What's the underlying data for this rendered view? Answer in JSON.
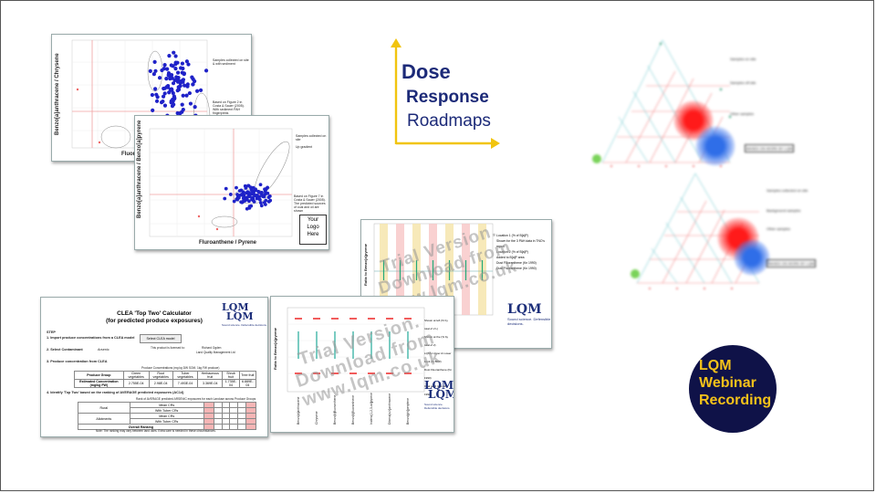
{
  "colors": {
    "title_text": "#1c2a78",
    "arrow": "#f1c40f",
    "badge_bg": "#0f1248",
    "badge_text": "#f4c21a",
    "scatter_point": "#1f22c8",
    "watermark": "#9a9a9a"
  },
  "title": {
    "line1": "Dose",
    "line2": "Response",
    "line3": "Roadmaps"
  },
  "badge": {
    "line1": "LQM",
    "line2": "Webinar",
    "line3": "Recording"
  },
  "scatter_back": {
    "y_axis": "Benzo[a]anthracene / Chrysene",
    "x_axis": "Fluoranthene / Pyrene",
    "legend": "Samples collected on site & with sediment",
    "note": "Based on Figure 2 in Costa & Sauer (2005). With sediment PAH fingerprints"
  },
  "scatter_front": {
    "y_axis": "Benzo[a]anthracene / Benzo[a]pyrene",
    "x_axis": "Fluroanthene / Pyrene",
    "legend_1": "Samples collected on site",
    "legend_2": "Up gradient",
    "note": "Based on Figure 7 in Costa & Sauer (2005). The predicted sources of coal and oil are shown",
    "logo_box": "Your\nLogo\nHere"
  },
  "clea": {
    "title": "CLEA 'Top Two' Calculator",
    "subtitle": "(for predicted produce exposures)",
    "step": "STEP",
    "step1": "1. Import produce concentrations from a CLEA model",
    "step1_button": "Select CLEA model",
    "step2": "2. Select Contaminant",
    "contaminant": "Arsenic",
    "licensed_to": "This product is licensed to:",
    "licensee_name": "Richard Ogden",
    "licensee_org": "Land Quality Management Ltd",
    "step3": "3. Produce concentration from CLEA",
    "conc_header": "Produce Concentrations (mg kg DW SOM, 1kg FW produce)",
    "produce_group": "Produce Group",
    "columns": [
      "Green vegetables",
      "Root vegetables",
      "Tuber vegetables",
      "Herbaceous fruit",
      "Shrub fruit",
      "Tree fruit"
    ],
    "est_label": "Estimated Concentration (mg/kg FW)",
    "est_values": [
      "2.755E-04",
      "2.98E-04",
      "7.493E-04",
      "3.369E-04",
      "1.735E-04",
      "6.889E-04"
    ],
    "step4": "4. Identify 'Top Two' based on the ranking of AVERAGE predicted exposures (AC14)",
    "rank_header": "Rank of AVERAGE predicted ARSENIC exposures for each Landuse across Produce Groups",
    "rows": [
      "Mean CRs",
      "With Tuber CRs",
      "Mean CRs",
      "With Tuber CRs"
    ],
    "groups": [
      "Rural",
      "Allotments"
    ],
    "overall": "Overall Ranking",
    "note": "Note: The ranking may vary between land uses. Extra care is needed in these circumstances."
  },
  "watermark": {
    "line1": "Trial Version.",
    "line2": "Download from",
    "line3": "www.lqm.co.uk"
  },
  "lqm_logo": {
    "text": "LQM",
    "tagline": "Sound science. Defensible decisions."
  },
  "ratio_chart_back": {
    "y_axis": "Ratio to Benzo[a]pyrene",
    "legend": [
      "Location 1 (% of B[a]P)",
      "Shown for the 3 PAH data in TNO's report",
      "Location 2 (% of B[a]P)",
      "Added to B[a]P area",
      "Dust Fluoranthene (Kn 1990)",
      "Dust Fluoranthene (Kn 1990)"
    ]
  },
  "ratio_chart_front": {
    "y_axis": "Ratio to Benzo[a]pyrene",
    "categories": [
      "Benzo[a]anthracene",
      "Chrysene",
      "Benzo[b]fluoranthene",
      "Benzo[k]fluoranthene",
      "Indeno[1,2,3-cd]pyrene",
      "Dibenz[a,h]anthracene",
      "Benzo[ghi]perylene"
    ],
    "legend": [
      "Shown at left (% by total of 2 L)",
      "Shown at the (% by total of 2)",
      "LQM's Upper & Lower Limit (% BPP)",
      "Dust Fluoranthene (Kn 1990)",
      "Coal tar 2 (2 to al. 1990)"
    ]
  },
  "ternary": {
    "legend_top": [
      "Samples on site",
      "Samples off site",
      "Other samples"
    ],
    "legend_bottom": [
      "Samples collected on site",
      "Background samples",
      "Other samples"
    ],
    "caption_top": "BASED ON WORK BY LQM",
    "caption_bottom": "BASED ON WORK BY LQM"
  }
}
